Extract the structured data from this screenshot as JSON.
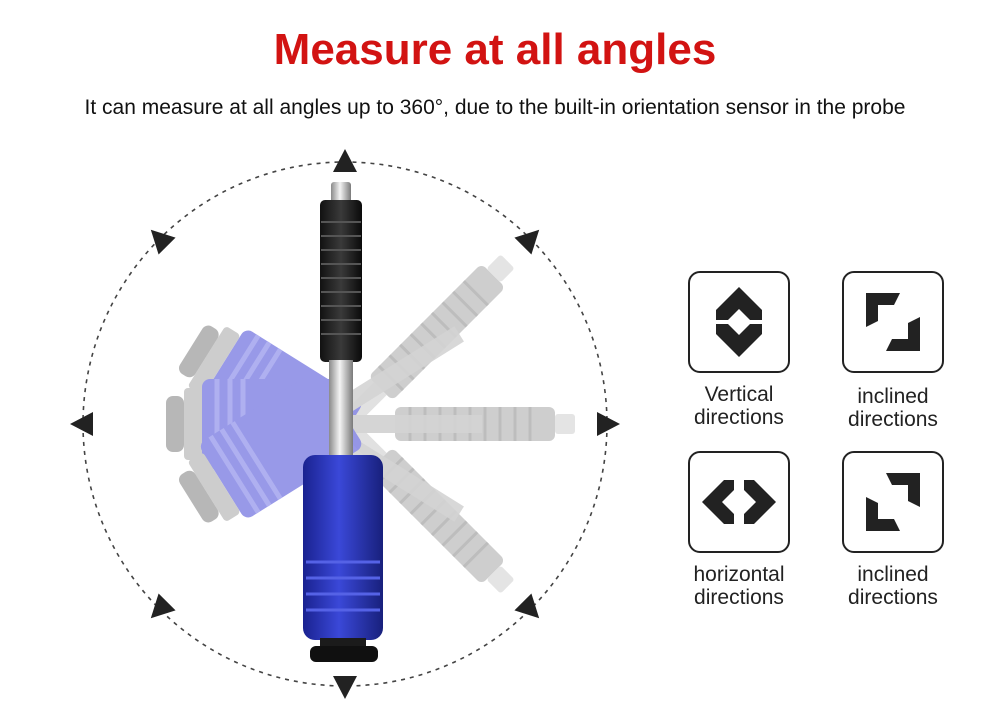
{
  "header": {
    "title": "Measure at all angles",
    "subtitle": "It can measure at all angles up to 360°, due to the built-in orientation sensor in the probe"
  },
  "colors": {
    "title": "#d21312",
    "probe_body": "#2430b0",
    "ghost_probe": "#8d8ee6",
    "icon_fill": "#222222"
  },
  "illustration": {
    "probe_icon": "hardness-probe-icon",
    "rotation_arrow_icon": "triangle-arrow-icon"
  },
  "orientations": [
    {
      "icon": "vertical-arrows-icon",
      "line1": "Vertical",
      "line2": "directions"
    },
    {
      "icon": "inclined-arrows-icon",
      "line1": "inclined",
      "line2": "directions"
    },
    {
      "icon": "horizontal-arrows-icon",
      "line1": "horizontal",
      "line2": "directions"
    },
    {
      "icon": "inclined-arrows-alt-icon",
      "line1": "inclined",
      "line2": "directions"
    }
  ]
}
